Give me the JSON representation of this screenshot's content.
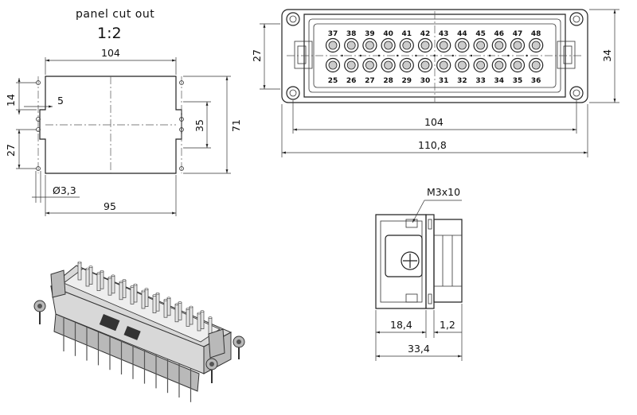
{
  "panel_cutout": {
    "title": "panel cut out",
    "scale": "1:2",
    "dims": {
      "width_top": "104",
      "width_bottom": "95",
      "height_right": "71",
      "inner_spacing": "35",
      "left_small": "14",
      "left_notch": "5",
      "left_lower": "27",
      "hole_diameter": "Ø3,3"
    }
  },
  "front_view": {
    "dims": {
      "height_left": "27",
      "height_right": "34",
      "width_inner": "104",
      "width_outer": "110,8"
    },
    "pins_top": [
      "37",
      "38",
      "39",
      "40",
      "41",
      "42",
      "43",
      "44",
      "45",
      "46",
      "47",
      "48"
    ],
    "pins_bottom": [
      "25",
      "26",
      "27",
      "28",
      "29",
      "30",
      "31",
      "32",
      "33",
      "34",
      "35",
      "36"
    ]
  },
  "side_view": {
    "dims": {
      "screw": "M3x10",
      "depth_a": "18,4",
      "depth_b": "1,2",
      "total": "33,4"
    }
  }
}
